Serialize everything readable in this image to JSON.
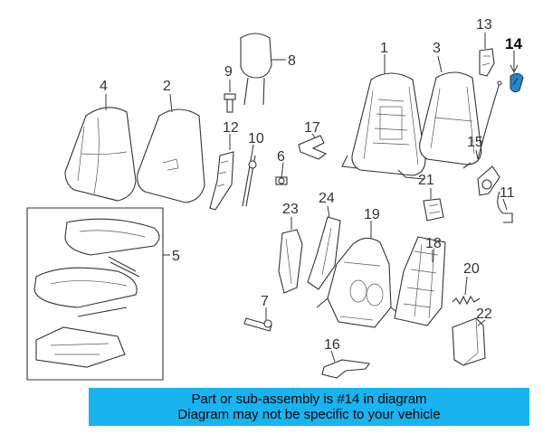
{
  "diagram": {
    "part_numbers": [
      "1",
      "2",
      "3",
      "4",
      "5",
      "6",
      "7",
      "8",
      "9",
      "11",
      "12",
      "13",
      "14",
      "15",
      "16",
      "17",
      "18",
      "19",
      "20",
      "21",
      "22",
      "23",
      "24"
    ],
    "highlighted_part": "14",
    "highlight_color": "#1e88d0"
  },
  "banner": {
    "line1": "Part or sub-assembly is #14 in diagram",
    "line2": "Diagram may not be specific to your vehicle",
    "background": "#17b4f0"
  }
}
